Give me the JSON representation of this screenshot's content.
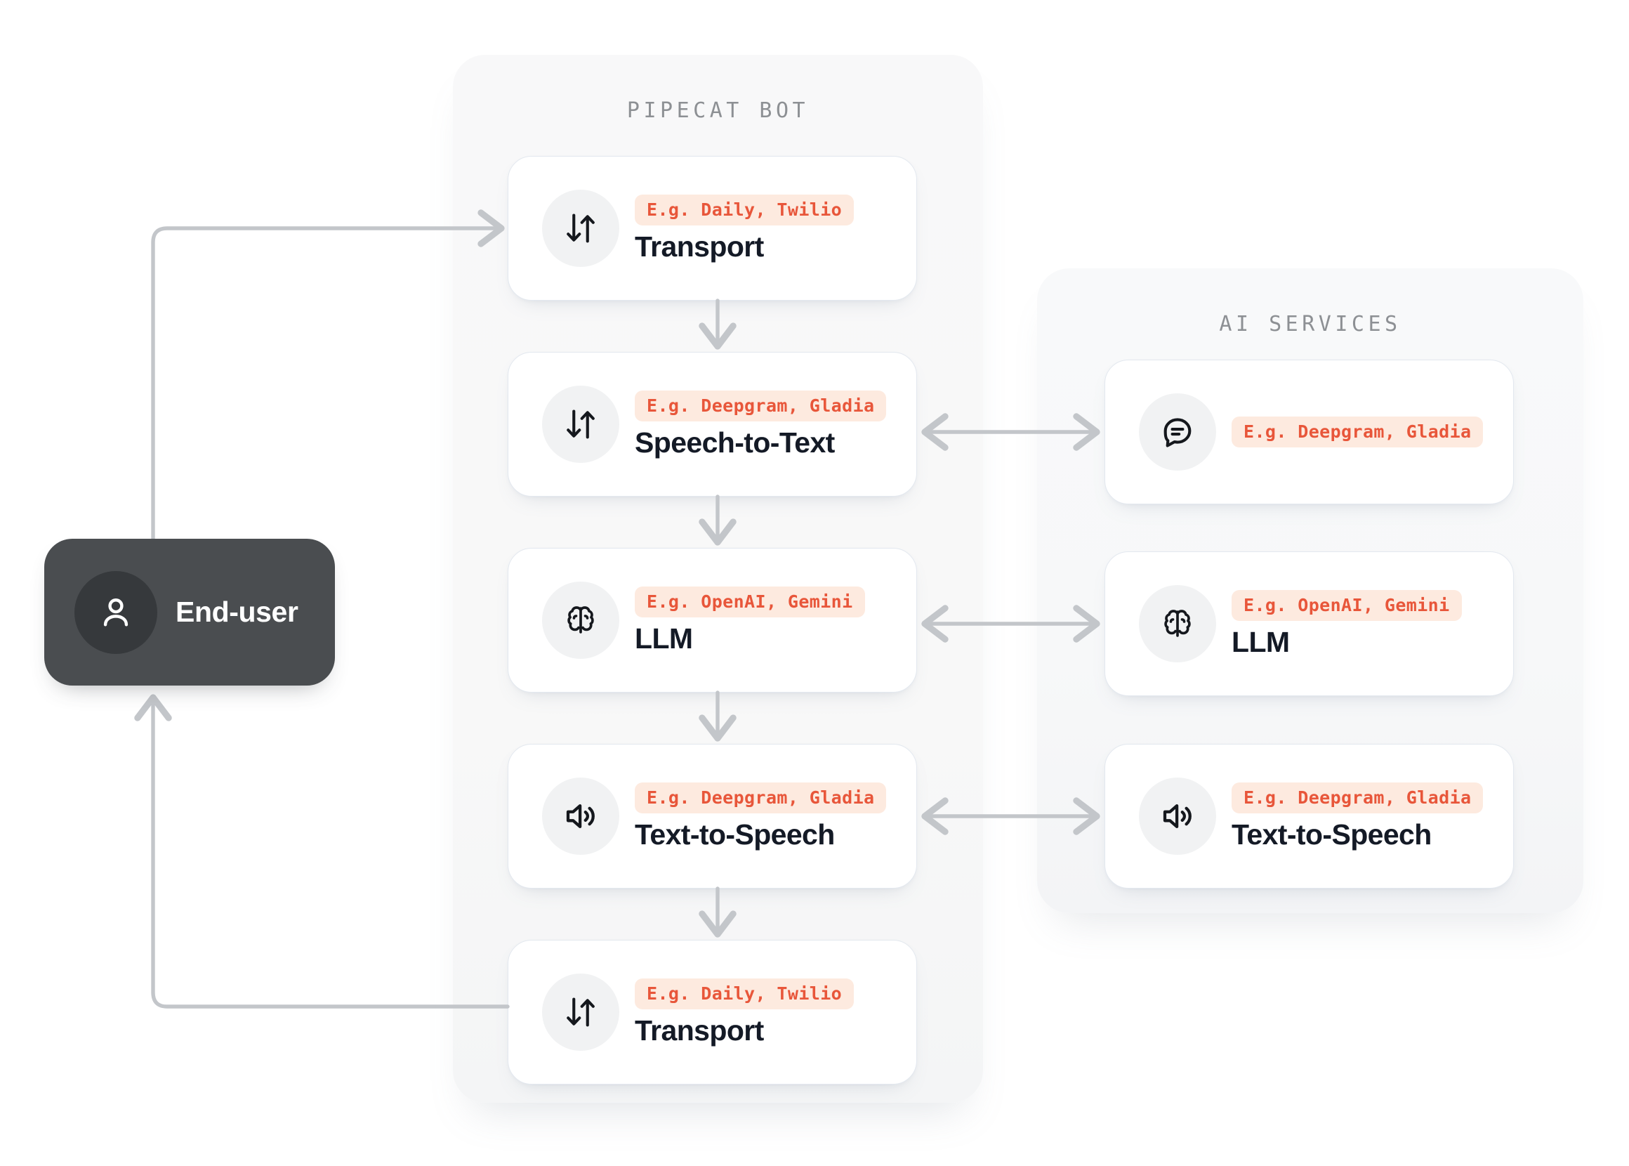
{
  "diagram": {
    "title": "Pipecat bot pipeline with AI services",
    "accent_color": "#e8563a",
    "badge_bg": "#fdeadf",
    "connector_color": "#c3c6ca",
    "panel_bg": "#f8f8f9",
    "card_bg": "#ffffff",
    "enduser_bg": "#4a4d50"
  },
  "enduser": {
    "label": "End-user",
    "icon": "person-icon"
  },
  "pipeline_panel": {
    "title": "PIPECAT BOT",
    "cards": [
      {
        "icon": "arrows-down-up-icon",
        "badge": "E.g. Daily, Twilio",
        "title": "Transport"
      },
      {
        "icon": "arrows-down-up-icon",
        "badge": "E.g. Deepgram, Gladia",
        "title": "Speech-to-Text"
      },
      {
        "icon": "brain-icon",
        "badge": "E.g. OpenAI, Gemini",
        "title": "LLM"
      },
      {
        "icon": "speaker-icon",
        "badge": "E.g. Deepgram, Gladia",
        "title": "Text-to-Speech"
      },
      {
        "icon": "arrows-down-up-icon",
        "badge": "E.g. Daily, Twilio",
        "title": "Transport"
      }
    ]
  },
  "services_panel": {
    "title": "AI SERVICES",
    "cards": [
      {
        "icon": "speech-bubble-icon",
        "badge": "E.g. Deepgram, Gladia",
        "title": ""
      },
      {
        "icon": "brain-icon",
        "badge": "E.g. OpenAI, Gemini",
        "title": "LLM"
      },
      {
        "icon": "speaker-icon",
        "badge": "E.g. Deepgram, Gladia",
        "title": "Text-to-Speech"
      }
    ]
  },
  "connectors": {
    "enduser_to_transport_in": "arrow-enduser-to-transport-in",
    "transport_out_to_enduser": "arrow-transport-out-to-enduser",
    "pipeline_steps": [
      "arrow-transport-to-stt",
      "arrow-stt-to-llm",
      "arrow-llm-to-tts",
      "arrow-tts-to-transport"
    ],
    "service_links": [
      "arrow-stt-service",
      "arrow-llm-service",
      "arrow-tts-service"
    ]
  }
}
